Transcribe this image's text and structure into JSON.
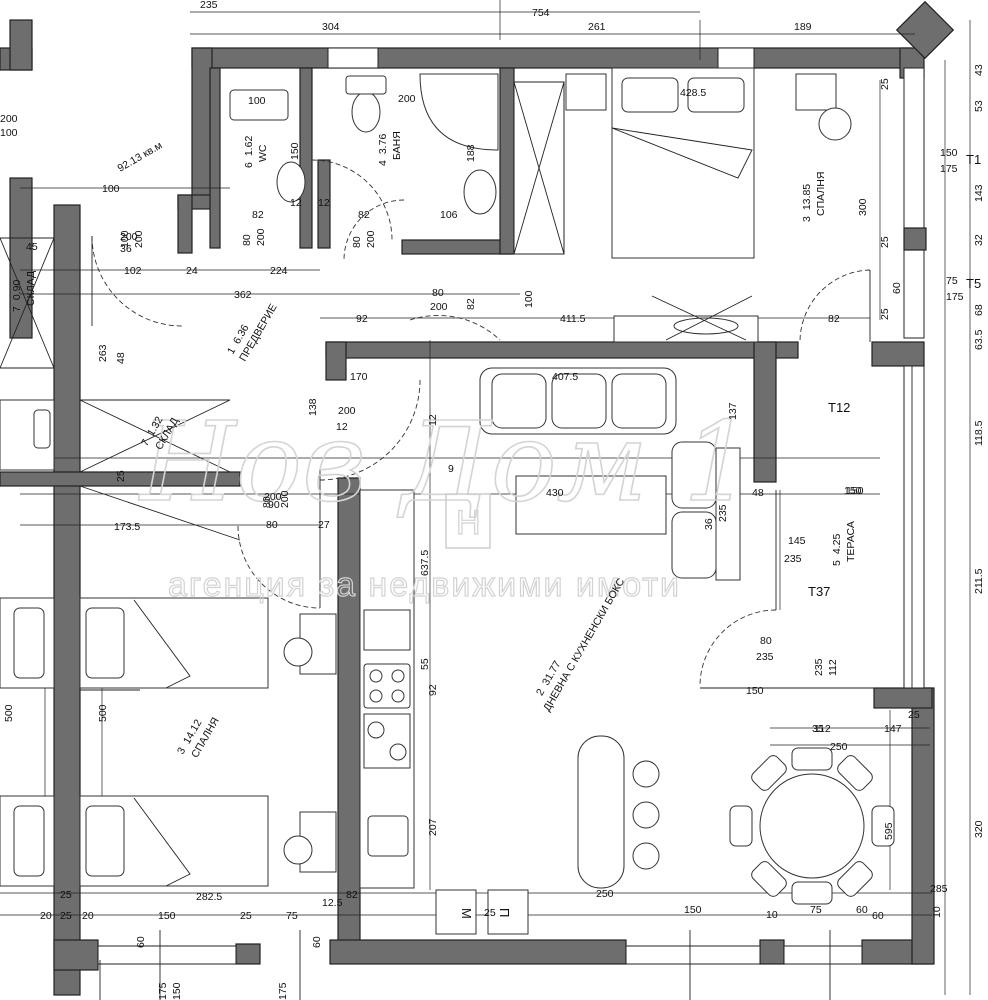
{
  "rooms": [
    {
      "id": "wc",
      "num": "6",
      "area": "1.62",
      "name": "WC"
    },
    {
      "id": "bath",
      "num": "4",
      "area": "3.76",
      "name": "БАНЯ"
    },
    {
      "id": "bedroom_top",
      "num": "3",
      "area": "13.85",
      "name": "СПАЛНЯ"
    },
    {
      "id": "storage_top",
      "num": "7",
      "area": "0.90",
      "name": "СКЛАД"
    },
    {
      "id": "hall",
      "num": "1",
      "area": "6.36",
      "name": "ПРЕДВЕРИЕ"
    },
    {
      "id": "storage_mid",
      "num": "7",
      "area": "1.32",
      "name": "СКЛАД"
    },
    {
      "id": "living",
      "num": "2",
      "area": "31.77",
      "name": "ДНЕВНА С КУХНЕНСКИ БОКС"
    },
    {
      "id": "terrace",
      "num": "5",
      "area": "4.25",
      "name": "ТЕРАСА"
    },
    {
      "id": "bedroom_left",
      "num": "3",
      "area": "14.12",
      "name": "СПАЛНЯ"
    }
  ],
  "total_area": "92.13 кв.м",
  "window_tags": [
    "T1",
    "T5",
    "T12",
    "T37"
  ],
  "fixture_letters": [
    "M",
    "П"
  ],
  "watermark": {
    "brand": "Нов Дом 1",
    "slogan": "агенция за недвижими имоти",
    "logo_letter": "Н"
  },
  "dims": {
    "top": [
      "235",
      "304",
      "754",
      "261",
      "189"
    ],
    "left_side": [
      "200",
      "100",
      "45",
      "102",
      "263",
      "100",
      "200",
      "173.5",
      "500",
      "500",
      "282.5",
      "150",
      "25",
      "75",
      "12.5",
      "25",
      "20",
      "25",
      "20",
      "60",
      "175",
      "150",
      "175",
      "60",
      "80",
      "200",
      "138",
      "27"
    ],
    "right_side": [
      "43",
      "53",
      "143",
      "32",
      "75",
      "68",
      "63.5",
      "118.5",
      "211.5",
      "320",
      "10",
      "150",
      "175",
      "150",
      "175",
      "25",
      "25",
      "60",
      "60"
    ],
    "interior": [
      "100",
      "200",
      "428.5",
      "150",
      "188",
      "82",
      "106",
      "82",
      "12",
      "12",
      "80",
      "200",
      "80",
      "200",
      "224",
      "24",
      "362",
      "300",
      "25",
      "82",
      "92",
      "411.5",
      "100",
      "80",
      "200",
      "82",
      "137",
      "407.5",
      "430",
      "9",
      "36",
      "150",
      "145",
      "235",
      "80",
      "235",
      "235",
      "112",
      "112",
      "35",
      "147",
      "250",
      "595",
      "250",
      "207",
      "637.5",
      "55",
      "92",
      "12",
      "25",
      "10",
      "285",
      "25",
      "82",
      "80",
      "200",
      "90",
      "200",
      "12",
      "48",
      "170",
      "100",
      "200",
      "36",
      "235"
    ]
  }
}
